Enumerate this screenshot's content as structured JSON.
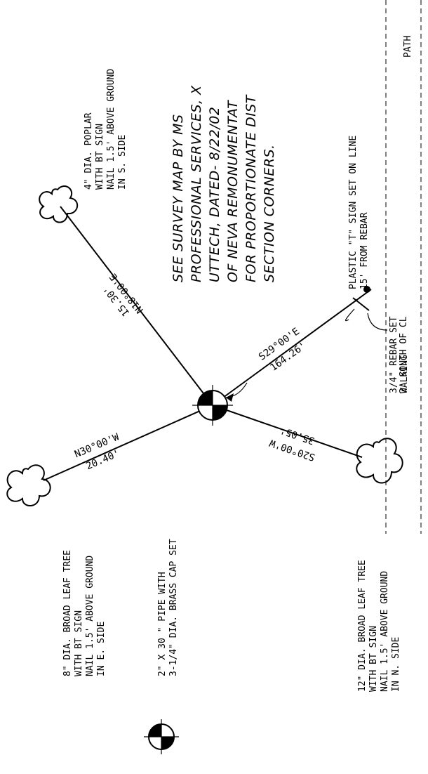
{
  "notes": {
    "survey_map": [
      "SEE SURVEY MAP BY MS",
      "PROFESSIONAL SERVICES, X",
      "UTTECH, DATED- 8/22/02",
      "OF NEVA REMONUMENTAT",
      "FOR PROPORTIONATE DIST",
      "SECTION CORNERS."
    ],
    "pipe": [
      "2\" X 30 \" PIPE WITH",
      "3-1/4\" DIA. BRASS CAP SET"
    ],
    "plastic_sign": [
      "PLASTIC \"T\" SIGN SET ON LINE",
      "15' FROM REBAR"
    ]
  },
  "trees": {
    "poplar": [
      "4\" DIA. POPLAR",
      "WITH BT SIGN",
      "NAIL 1.5' ABOVE GROUND",
      "IN S. SIDE"
    ],
    "leaf_8": [
      "8\" DIA. BROAD LEAF TREE",
      "WITH BT SIGN",
      "NAIL 1.5' ABOVE GROUND",
      "IN E. SIDE"
    ],
    "leaf_12": [
      "12\" DIA. BROAD LEAF TREE",
      "WITH BT SIGN",
      "NAIL 1.5' ABOVE GROUND",
      "IN N. SIDE"
    ]
  },
  "lines": {
    "to_poplar": {
      "bearing": "N18°00'E",
      "distance": "15.30'"
    },
    "to_leaf_8": {
      "bearing": "N30°00'W",
      "distance": "20.40'"
    },
    "to_leaf_12": {
      "bearing": "S20°00'W",
      "distance": "35.05'"
    },
    "to_rebar": {
      "bearing": "S29°00'E",
      "distance": "164.26'"
    }
  },
  "rebar": [
    "3/4\" REBAR SET",
    "2' SOUTH OF CL"
  ],
  "path": {
    "walking": "WALKING",
    "path": "PATH"
  }
}
